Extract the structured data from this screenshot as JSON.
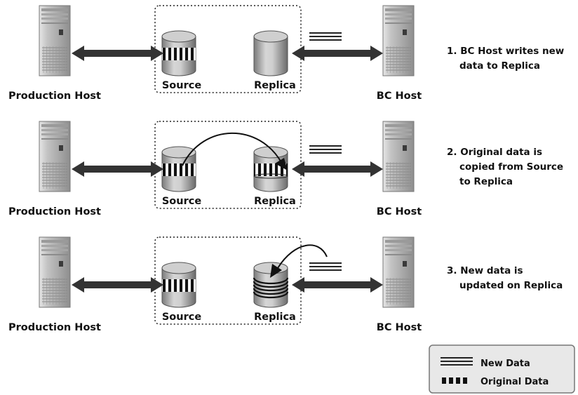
{
  "rows": [
    {
      "production_label": "Production Host",
      "source_label": "Source",
      "replica_label": "Replica",
      "bc_label": "BC Host",
      "step_lines": [
        "1. BC Host writes new",
        "data to Replica"
      ],
      "replica_contents": "empty",
      "arrow_kind": "none"
    },
    {
      "production_label": "Production Host",
      "source_label": "Source",
      "replica_label": "Replica",
      "bc_label": "BC Host",
      "step_lines": [
        "2. Original data is",
        "copied from Source",
        "to Replica"
      ],
      "replica_contents": "original-data",
      "arrow_kind": "source-to-replica"
    },
    {
      "production_label": "Production Host",
      "source_label": "Source",
      "replica_label": "Replica",
      "bc_label": "BC Host",
      "step_lines": [
        "3. New data is",
        "updated on Replica"
      ],
      "replica_contents": "new-data",
      "arrow_kind": "new-data-to-replica"
    }
  ],
  "legend": {
    "new_data_label": "New Data",
    "original_data_label": "Original Data"
  },
  "colors": {
    "arrow": "#333333",
    "server_body": "#b8b8b8",
    "disk_body": "#b0b0b0",
    "legend_bg": "#e8e8e8"
  }
}
